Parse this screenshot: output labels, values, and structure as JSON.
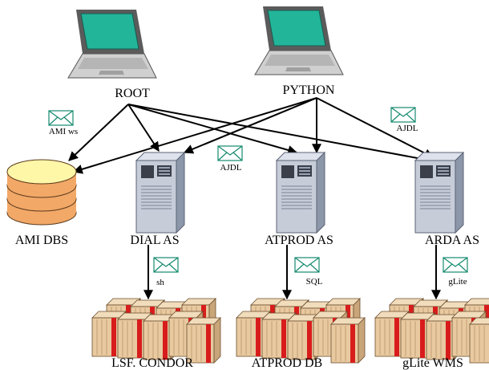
{
  "clients": [
    {
      "id": "root",
      "label": "ROOT"
    },
    {
      "id": "python",
      "label": "PYTHON"
    }
  ],
  "database": {
    "label": "AMI DBS"
  },
  "servers": [
    {
      "id": "dial",
      "label": "DIAL AS"
    },
    {
      "id": "atprod",
      "label": "ATPROD AS"
    },
    {
      "id": "arda",
      "label": "ARDA AS"
    }
  ],
  "backends": [
    {
      "id": "lsf",
      "label": "LSF. CONDOR"
    },
    {
      "id": "atproddb",
      "label": "ATPROD DB"
    },
    {
      "id": "glite",
      "label": "gLite WMS"
    }
  ],
  "messages": [
    {
      "id": "ami-ws",
      "label": "AMI ws"
    },
    {
      "id": "ajdl-left",
      "label": "AJDL"
    },
    {
      "id": "ajdl-right",
      "label": "AJDL"
    },
    {
      "id": "sh",
      "label": "sh"
    },
    {
      "id": "sql",
      "label": "SQL"
    },
    {
      "id": "glite",
      "label": "gLite"
    }
  ],
  "colors": {
    "laptop_screen": "#22b59a",
    "laptop_body": "#d0d0d0",
    "db_top": "#fff7a8",
    "db_disk": "#f2a867",
    "server_front": "#c6ccd8",
    "server_side": "#8d97aa",
    "rack_tan": "#e8c9a0",
    "rack_red": "#d81c1c",
    "envelope": "#148a6e"
  }
}
